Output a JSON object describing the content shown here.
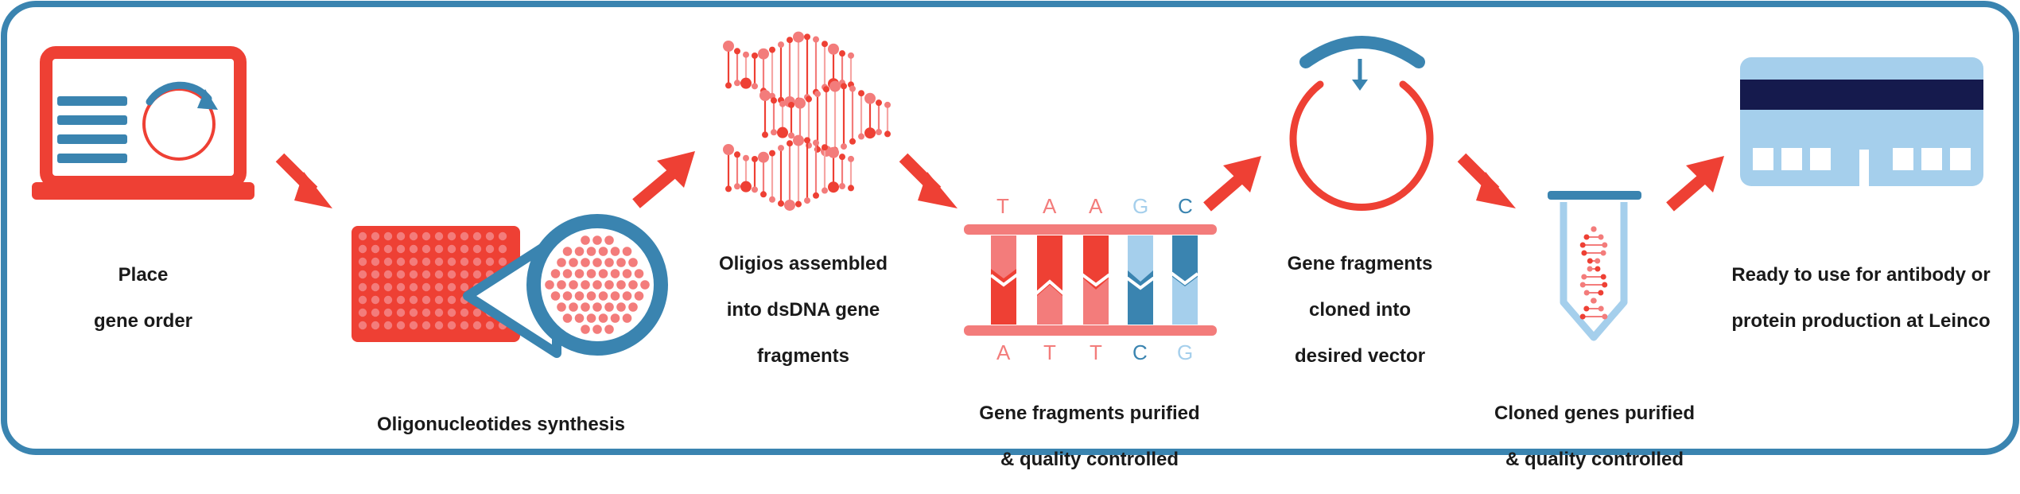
{
  "colors": {
    "red": "#ee4034",
    "pink": "#f37c7b",
    "light_pink": "#f6a6a4",
    "blue": "#3a84b0",
    "light_blue": "#a5cfec",
    "navy": "#151a4d",
    "frame": "#3a84b0"
  },
  "steps": [
    {
      "id": "place-order",
      "lines": [
        "Place",
        "gene order"
      ],
      "icon": "laptop-icon"
    },
    {
      "id": "oligo-synthesis",
      "lines": [
        "Oligonucleotides synthesis"
      ],
      "icon": "microplate-icon"
    },
    {
      "id": "oligo-assembly",
      "lines": [
        "Oligios assembled",
        "into dsDNA gene",
        "fragments"
      ],
      "icon": "dna-fragments-icon"
    },
    {
      "id": "fragments-purified",
      "lines": [
        "Gene fragments purified",
        "& quality controlled"
      ],
      "icon": "dna-ladder-icon"
    },
    {
      "id": "cloning",
      "lines": [
        "Gene fragments",
        "cloned into",
        "desired vector"
      ],
      "icon": "plasmid-vector-icon"
    },
    {
      "id": "genes-purified",
      "lines": [
        "Cloned genes purified",
        "& quality controlled"
      ],
      "icon": "test-tube-icon"
    },
    {
      "id": "ready",
      "lines": [
        "Ready to use for antibody or",
        "protein production at Leinco"
      ],
      "icon": "building-icon"
    }
  ],
  "sequence": {
    "top": [
      "T",
      "A",
      "A",
      "G",
      "C"
    ],
    "bottom": [
      "A",
      "T",
      "T",
      "C",
      "G"
    ]
  }
}
